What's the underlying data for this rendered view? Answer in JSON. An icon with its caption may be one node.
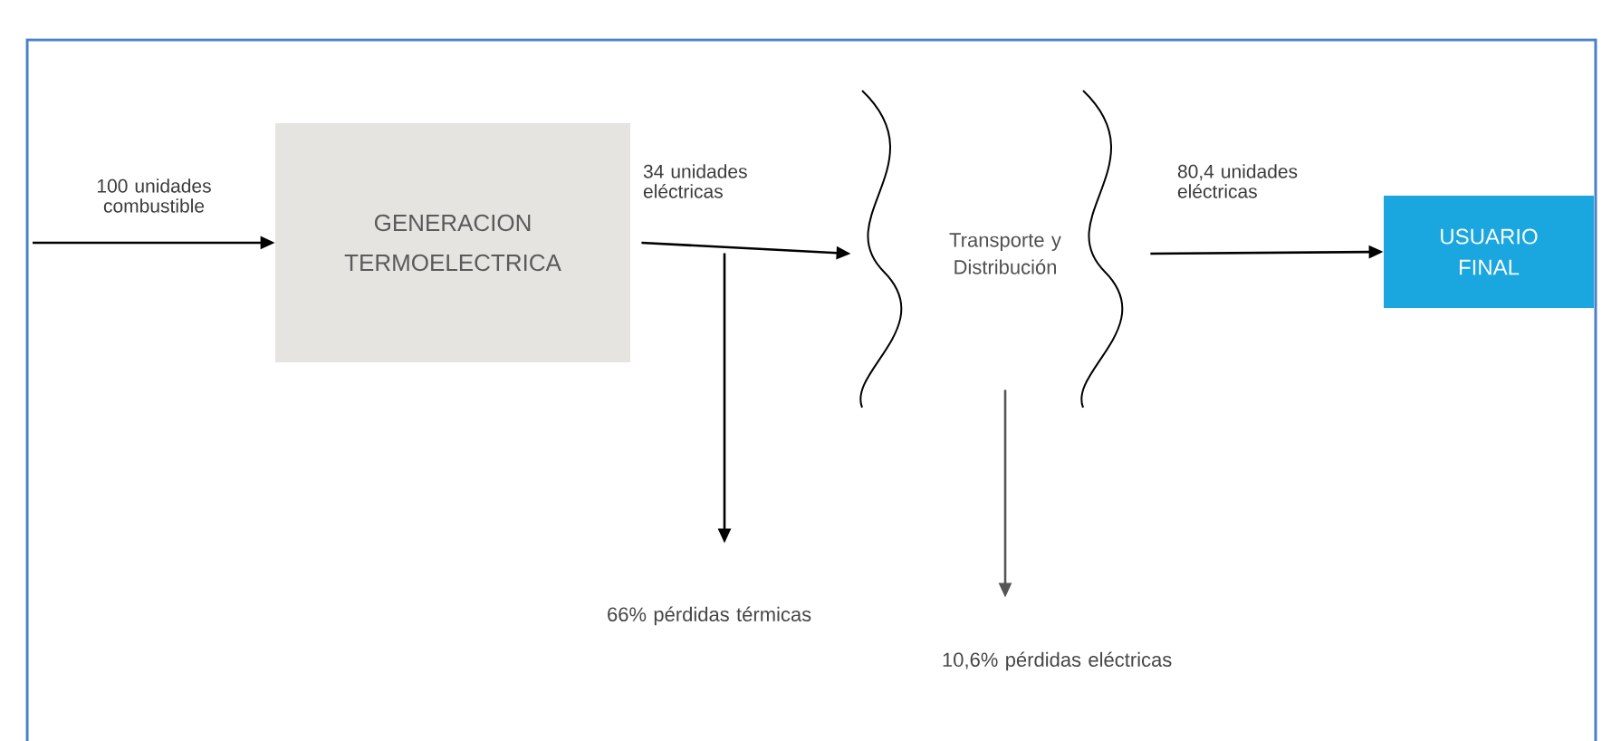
{
  "diagram": {
    "nodes": [
      {
        "text": [
          "GENERACION TERMOELECTRICA"
        ]
      },
      {
        "text": [
          "Transporte y Distribución"
        ]
      },
      {
        "text": [
          "USUARIO FINAL"
        ]
      },
      {
        "text": [
          "66% pérdidas térmicas"
        ]
      },
      {
        "text": [
          "10,6% pérdidas eléctricas"
        ]
      }
    ],
    "edges": [
      {
        "from": null,
        "to": 0,
        "arrow": "to",
        "label": "100 unidades combustible"
      },
      {
        "from": 0,
        "to": 1,
        "arrow": "to",
        "label": "34 unidades eléctricas"
      },
      {
        "from": 1,
        "to": 2,
        "arrow": "to",
        "label": "80,4 unidades eléctricas"
      },
      {
        "from": null,
        "to": 3,
        "arrow": "to"
      },
      {
        "from": 1,
        "to": 4,
        "arrow": "to",
        "color": "#555555"
      }
    ]
  }
}
